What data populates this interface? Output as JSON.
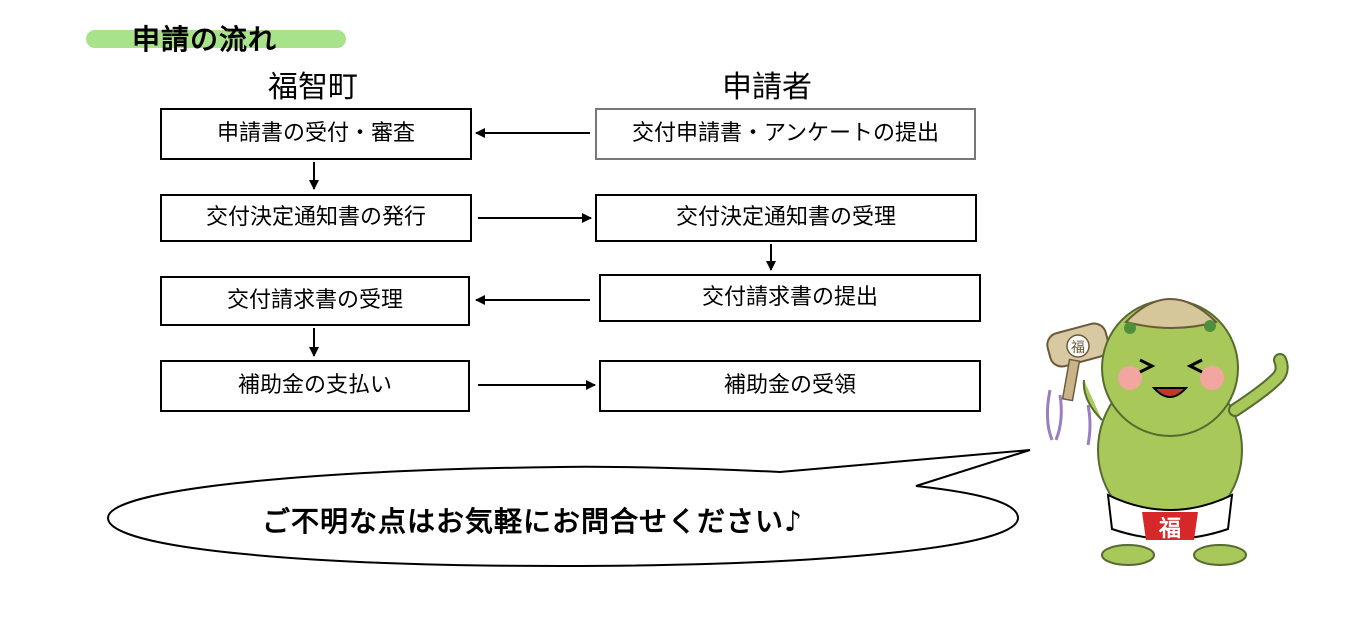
{
  "title": "申請の流れ",
  "columns": {
    "town": "福智町",
    "applicant": "申請者"
  },
  "flow": {
    "left": [
      "申請書の受付・審査",
      "交付決定通知書の発行",
      "交付請求書の受理",
      "補助金の支払い"
    ],
    "right": [
      "交付申請書・アンケートの提出",
      "交付決定通知書の受理",
      "交付請求書の提出",
      "補助金の受領"
    ]
  },
  "bubble": "ご不明な点はお気軽にお問合せください♪",
  "mascot": {
    "icon": "green-mascot-icon",
    "belly_text": "福",
    "mallet_text": "福"
  },
  "colors": {
    "title_bar": "#a8e28a",
    "mascot_body": "#a9c85a",
    "belt_red": "#d62828"
  }
}
